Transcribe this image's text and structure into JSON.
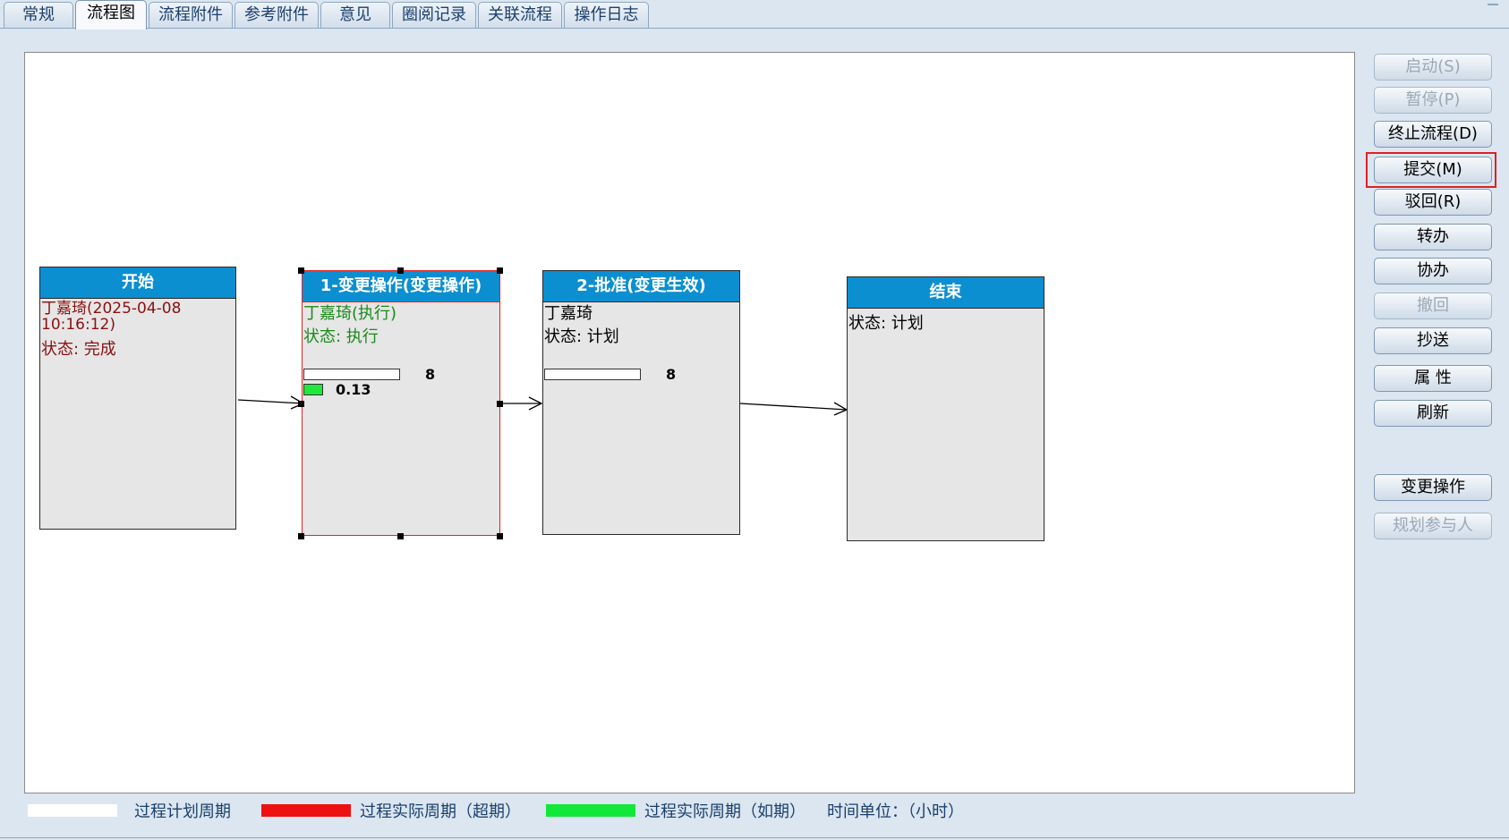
{
  "tabs": [
    {
      "label": "常规",
      "active": false
    },
    {
      "label": "流程图",
      "active": true
    },
    {
      "label": "流程附件",
      "active": false
    },
    {
      "label": "参考附件",
      "active": false
    },
    {
      "label": "意见",
      "active": false
    },
    {
      "label": "圈阅记录",
      "active": false
    },
    {
      "label": "关联流程",
      "active": false
    },
    {
      "label": "操作日志",
      "active": false
    }
  ],
  "nodes": {
    "start": {
      "title": "开始",
      "line1": "丁嘉琦(2025-04-08",
      "line2": "10:16:12)",
      "status": "状态: 完成"
    },
    "step1": {
      "title": "1-变更操作(变更操作)",
      "assignee": "丁嘉琦(执行)",
      "status": "状态: 执行",
      "plan_value": "8",
      "actual_value": "0.13"
    },
    "step2": {
      "title": "2-批准(变更生效)",
      "assignee": "丁嘉琦",
      "status": "状态: 计划",
      "plan_value": "8"
    },
    "end": {
      "title": "结束",
      "status": "状态: 计划"
    }
  },
  "buttons": {
    "start": "启动(S)",
    "pause": "暂停(P)",
    "terminate": "终止流程(D)",
    "submit": "提交(M)",
    "reject": "驳回(R)",
    "transfer": "转办",
    "assist": "协办",
    "withdraw": "撤回",
    "copy": "抄送",
    "properties": "属 性",
    "refresh": "刷新",
    "change_op": "变更操作",
    "plan_participants": "规划参与人"
  },
  "legend": {
    "plan": "过程计划周期",
    "overdue": "过程实际周期（超期）",
    "ontime": "过程实际周期（如期）",
    "unit": "时间单位：（小时）"
  },
  "colors": {
    "node_header": "#0b8fd1",
    "selected_border": "#e32222",
    "overdue": "#ee1111",
    "ontime": "#11e83a",
    "plan": "#ffffff"
  }
}
